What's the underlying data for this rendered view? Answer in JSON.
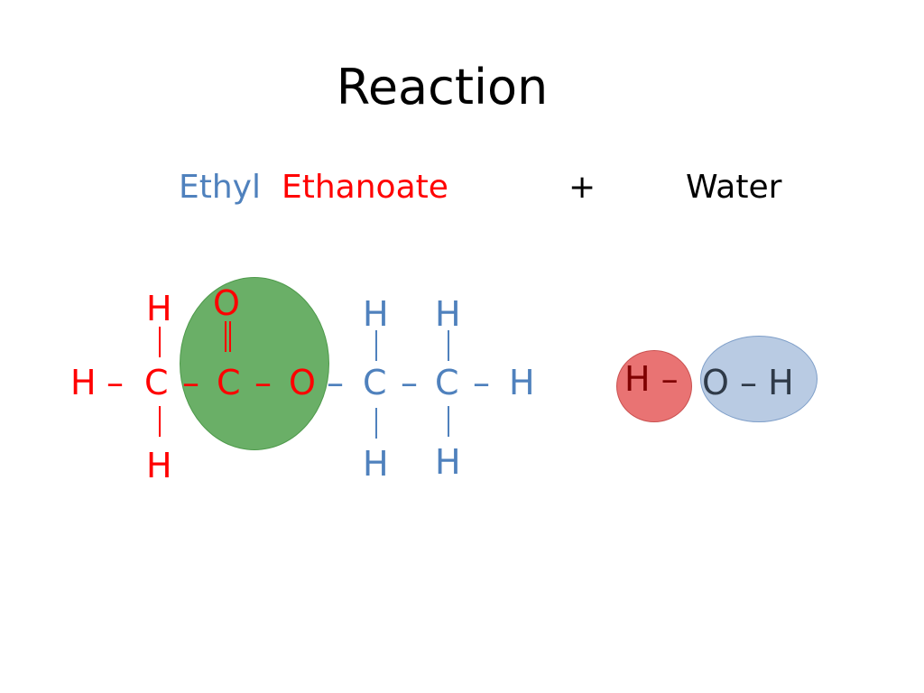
{
  "title": "Reaction",
  "reactants": {
    "ester_part1": "Ethyl",
    "ester_part2": "Ethanoate",
    "plus": "+",
    "water": "Water"
  },
  "ethyl_ethanoate": {
    "main_chain": [
      "H",
      "–",
      "C",
      "–",
      "C",
      "–",
      "O",
      "–",
      "C",
      "–",
      "C",
      "–",
      "H"
    ],
    "top_atoms": [
      "H",
      "O",
      "H",
      "H"
    ],
    "bottom_atoms": [
      "H",
      "H",
      "H"
    ]
  },
  "water_molecule": {
    "left": "H –",
    "right": "O – H"
  },
  "colors": {
    "ethyl_blue": "#4f81bd",
    "ethanoate_red": "#ff0000",
    "green_highlight": "#6aaf67",
    "green_border": "#4e9a4b",
    "red_highlight": "#e97373",
    "red_border": "#c9504f",
    "blue_highlight": "#b9cbe3",
    "blue_border": "#7f9fc9",
    "dark_red_text": "#7f0000",
    "dark_blue_text": "#2f3a48"
  }
}
